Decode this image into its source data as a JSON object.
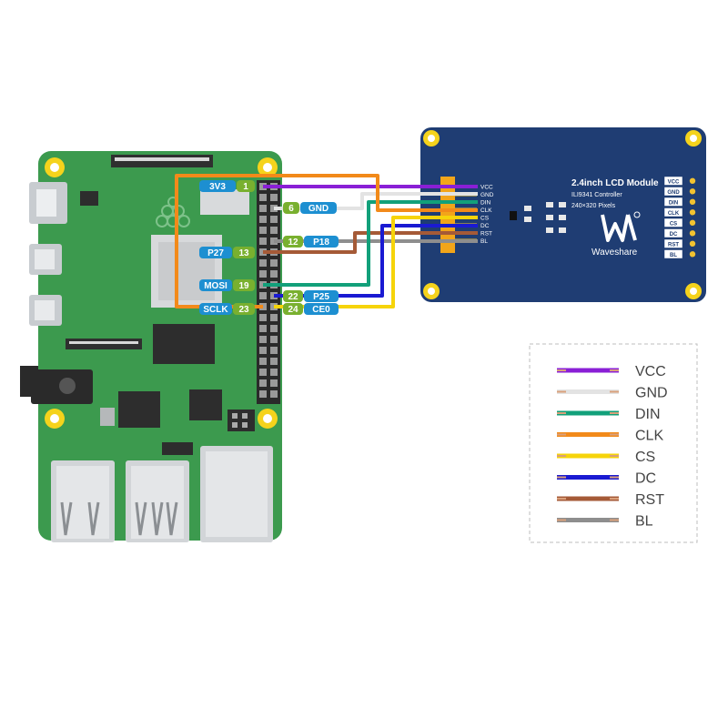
{
  "pi_pins": [
    {
      "label": "3V3",
      "num": "1"
    },
    {
      "label": "GND",
      "num": "6"
    },
    {
      "label": "P27",
      "num": "13"
    },
    {
      "label": "P18",
      "num": "12"
    },
    {
      "label": "MOSI",
      "num": "19"
    },
    {
      "label": "P25",
      "num": "22"
    },
    {
      "label": "SCLK",
      "num": "23"
    },
    {
      "label": "CE0",
      "num": "24"
    }
  ],
  "lcd": {
    "title": "2.4inch LCD Module",
    "controller": "ILI9341 Controller",
    "pixels": "240×320 Pixels",
    "brand": "Waveshare",
    "pins": [
      "VCC",
      "GND",
      "DIN",
      "CLK",
      "CS",
      "DC",
      "RST",
      "BL"
    ],
    "side_labels": [
      "VCC",
      "GND",
      "DIN",
      "CLK",
      "CS",
      "DC",
      "RST",
      "BL"
    ]
  },
  "legend": [
    {
      "label": "VCC",
      "color": "#8a1fd6"
    },
    {
      "label": "GND",
      "color": "#e3e3e3"
    },
    {
      "label": "DIN",
      "color": "#12a07a"
    },
    {
      "label": "CLK",
      "color": "#f28a1a"
    },
    {
      "label": "CS",
      "color": "#f6d40a"
    },
    {
      "label": "DC",
      "color": "#1a1ad2"
    },
    {
      "label": "RST",
      "color": "#a55a37"
    },
    {
      "label": "BL",
      "color": "#8e8e8e"
    }
  ],
  "colors": {
    "pcb": "#3c9a4e",
    "lcd_board": "#1f3d73",
    "label_blue": "#1d8fd1",
    "label_green": "#79b02f"
  }
}
